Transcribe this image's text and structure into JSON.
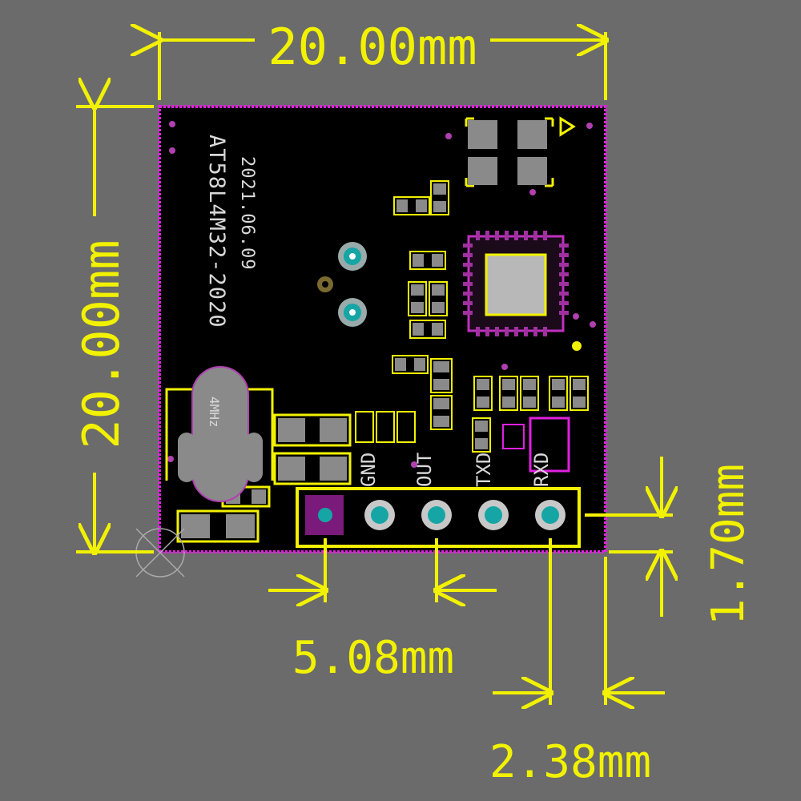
{
  "dimensions": {
    "width": "20.00mm",
    "height": "20.00mm",
    "pin_offset": "1.70mm",
    "pin_pitch": "5.08mm",
    "edge_offset": "2.38mm"
  },
  "silkscreen": {
    "board_name": "AT58L4M32-2020",
    "date": "2021.06.09",
    "pin_labels": [
      "GND",
      "OUT",
      "TXD",
      "RXD"
    ],
    "crystal_label": "4MHz"
  },
  "colors": {
    "background": "#6b6b6b",
    "dimension": "#f2f200",
    "outline": "#e020e0",
    "board": "#000000",
    "pad_teal": "#16a5a5",
    "pad_gray": "#8a8a8a"
  }
}
